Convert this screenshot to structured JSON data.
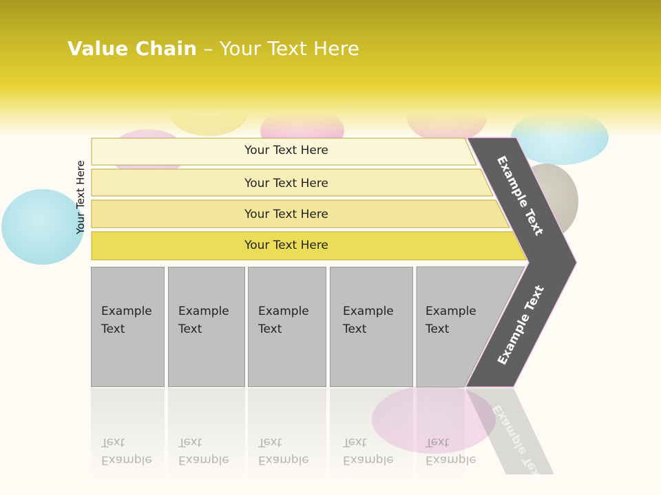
{
  "title": {
    "bold": "Value Chain",
    "rest": " – Your Text Here"
  },
  "side_label": "Your Text Here",
  "bars": [
    {
      "label": "Your Text Here",
      "color": "#fcf6d8"
    },
    {
      "label": "Your Text Here",
      "color": "#f8efb8"
    },
    {
      "label": "Your Text Here",
      "color": "#f2e79a"
    },
    {
      "label": "Your Text Here",
      "color": "#ecdd58"
    }
  ],
  "boxes": [
    {
      "line1": "Example",
      "line2": "Text"
    },
    {
      "line1": "Example",
      "line2": "Text"
    },
    {
      "line1": "Example",
      "line2": "Text"
    },
    {
      "line1": "Example",
      "line2": "Text"
    },
    {
      "line1": "Example",
      "line2": "Text"
    }
  ],
  "chevron": {
    "upper": "Example Text",
    "lower": "Example Text",
    "color": "#606060"
  },
  "colors": {
    "header": "#e6d232",
    "box": "#c0c0c0",
    "background": "#fdfbf4"
  }
}
